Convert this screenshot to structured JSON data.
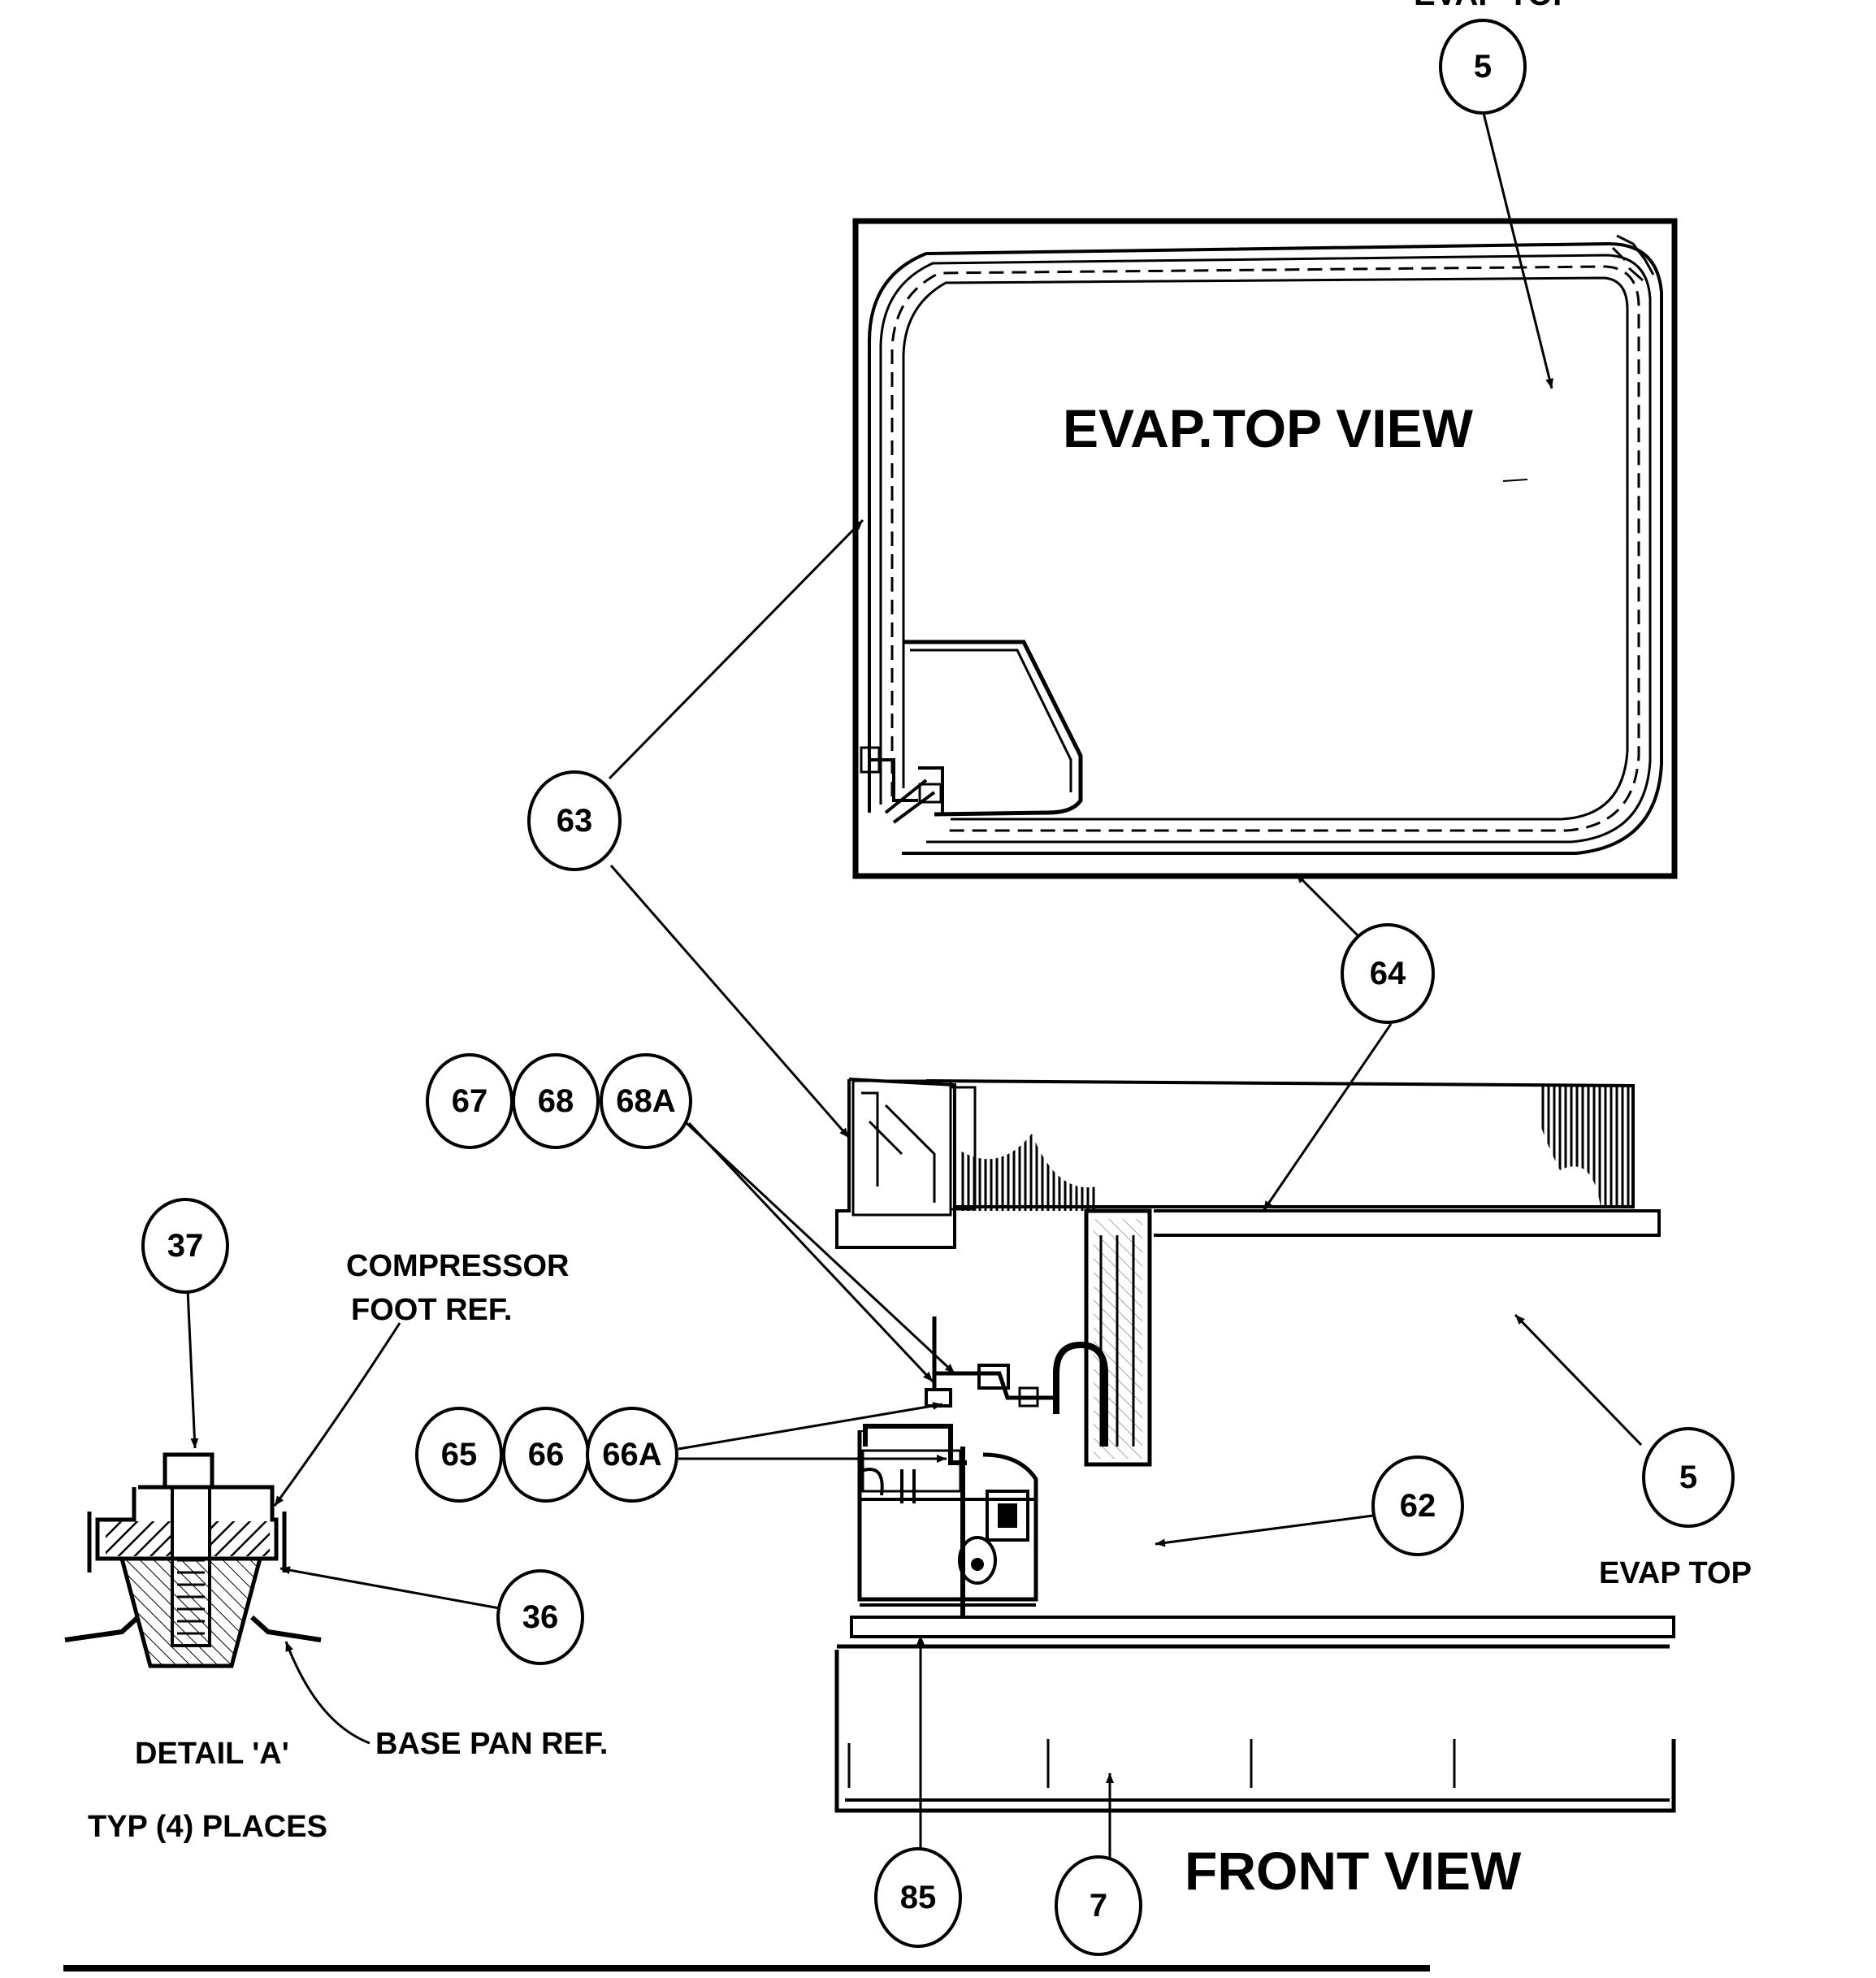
{
  "diagram": {
    "top_partial_label": "EVAP TOP",
    "evap_top_view_title": "EVAP.TOP VIEW",
    "front_view_title": "FRONT VIEW",
    "detail_title": "DETAIL 'A'",
    "detail_subtitle": "TYP (4) PLACES",
    "compressor_foot_ref_line1": "COMPRESSOR",
    "compressor_foot_ref_line2": "FOOT REF.",
    "base_pan_ref": "BASE PAN REF.",
    "evap_top_label": "EVAP TOP",
    "callouts": {
      "c5_top": "5",
      "c63": "63",
      "c64": "64",
      "c67": "67",
      "c68": "68",
      "c68a": "68A",
      "c37": "37",
      "c65": "65",
      "c66": "66",
      "c66a": "66A",
      "c62": "62",
      "c5_right": "5",
      "c36": "36",
      "c85": "85",
      "c7": "7"
    }
  }
}
